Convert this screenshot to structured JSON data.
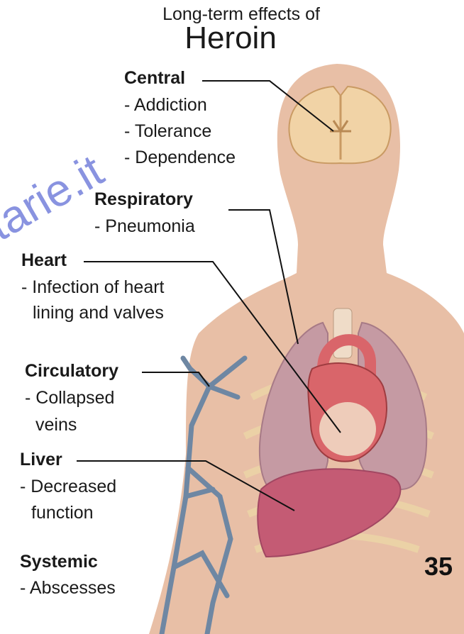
{
  "header": {
    "subtitle": "Long-term effects of",
    "title": "Heroin"
  },
  "watermark": "tarie.it",
  "page_number": "35",
  "colors": {
    "skin": "#e8bfa6",
    "brain": "#f1d3a6",
    "lung": "#c59aa3",
    "heart": "#d9656a",
    "liver": "#c45b74",
    "veins": "#6e87a3",
    "leader": "#111111"
  },
  "sections": [
    {
      "label": "Central",
      "items": [
        "- Addiction",
        "- Tolerance",
        "- Dependence"
      ]
    },
    {
      "label": "Respiratory",
      "items": [
        "- Pneumonia"
      ]
    },
    {
      "label": "Heart",
      "items": [
        "- Infection of heart",
        "lining and valves"
      ]
    },
    {
      "label": "Circulatory",
      "items": [
        "- Collapsed",
        "veins"
      ]
    },
    {
      "label": "Liver",
      "items": [
        "- Decreased",
        "function"
      ]
    },
    {
      "label": "Systemic",
      "items": [
        "- Abscesses"
      ]
    }
  ]
}
